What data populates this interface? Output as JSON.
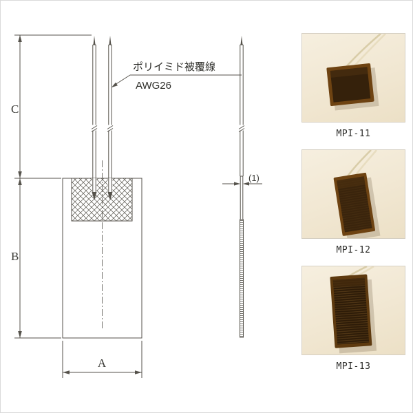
{
  "window": {
    "background": "#ffffff",
    "border_color": "#d9d9d9"
  },
  "drawing": {
    "annotation": {
      "line1": "ポリイミド被覆線",
      "line2": "AWG26"
    },
    "dimensions": {
      "height_upper": "C",
      "height_lower": "B",
      "width": "A",
      "thickness": "(1)"
    },
    "line_color": "#55524b"
  },
  "products": [
    {
      "model": "MPI-11"
    },
    {
      "model": "MPI-12"
    },
    {
      "model": "MPI-13"
    }
  ],
  "photo_colors": {
    "background": "#f3ead8",
    "heater_edge": "#6e4312",
    "heater_face": "#35210b",
    "wire": "#e6dcc0"
  }
}
